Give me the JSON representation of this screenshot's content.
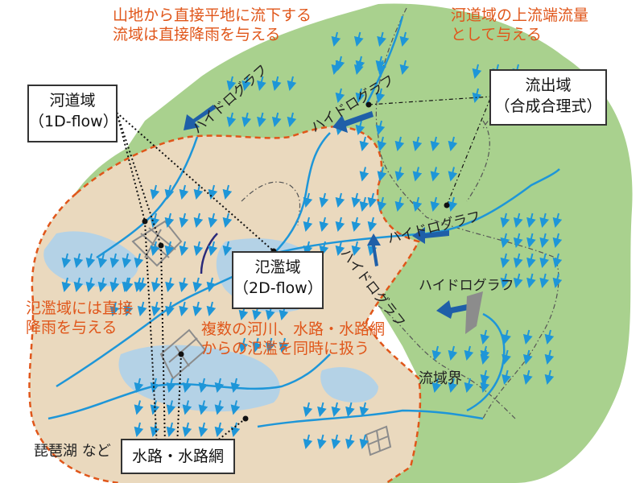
{
  "annotations": {
    "top_left": "山地から直接平地に流下する\n流域は直接降雨を与える",
    "top_right": "河道域の上流端流量\nとして与える",
    "left_middle": "氾濫域には直接\n降雨を与える",
    "center": "複数の河川、水路・水路網\nからの氾濫を同時に扱う"
  },
  "boxes": {
    "channel": {
      "title": "河道域",
      "subtitle": "（1D-flow）"
    },
    "outflow": {
      "title": "流出域",
      "subtitle": "（合成合理式）"
    },
    "floodplain": {
      "title": "氾濫域",
      "subtitle": "（2D-flow）"
    },
    "waterway": {
      "title": "水路・水路網"
    }
  },
  "labels": {
    "lake": "琵琶湖 など",
    "watershed_boundary": "流域界",
    "hydrograph": "ハイドログラフ"
  },
  "colors": {
    "mountain_green": "#a9d18e",
    "plain_beige": "#ead9be",
    "lake_blue": "#b4d2e6",
    "river_blue": "#1e96d8",
    "arrow_dark_blue": "#1f5fa8",
    "annotation_orange": "#e0561a",
    "boundary_orange": "#e0561a",
    "grid_gray": "#8c8c8c"
  }
}
